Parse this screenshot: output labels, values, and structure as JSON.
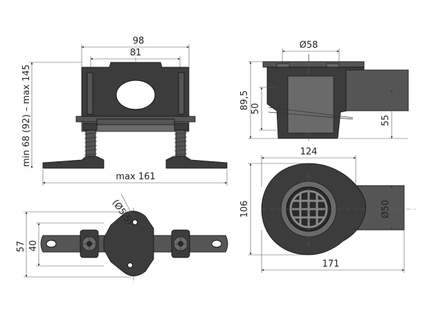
{
  "dimensions": {
    "top_width_outer": "98",
    "top_width_inner": "81",
    "height_range": "min 68 (92) – max 145",
    "base_width": "max 161",
    "bottom_hole": "(Ø5,5)",
    "bottom_width_outer": "57",
    "bottom_width_inner": "40",
    "side_outlet_dia": "Ø58",
    "side_height_total": "89,5",
    "side_height_inner": "50",
    "side_outlet_height": "55",
    "plan_width": "124",
    "plan_depth": "106",
    "plan_outlet_dia": "Ø50",
    "plan_length": "171"
  }
}
